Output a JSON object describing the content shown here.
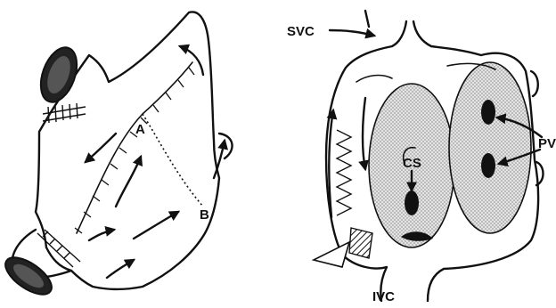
{
  "labels": {
    "point_a": "A",
    "point_b": "B",
    "svc": "SVC",
    "cs": "CS",
    "pv": "PV",
    "ivc": "IVC"
  },
  "colors": {
    "ink": "#111111",
    "paper": "#ffffff",
    "stipple": "#c9c9c9"
  }
}
